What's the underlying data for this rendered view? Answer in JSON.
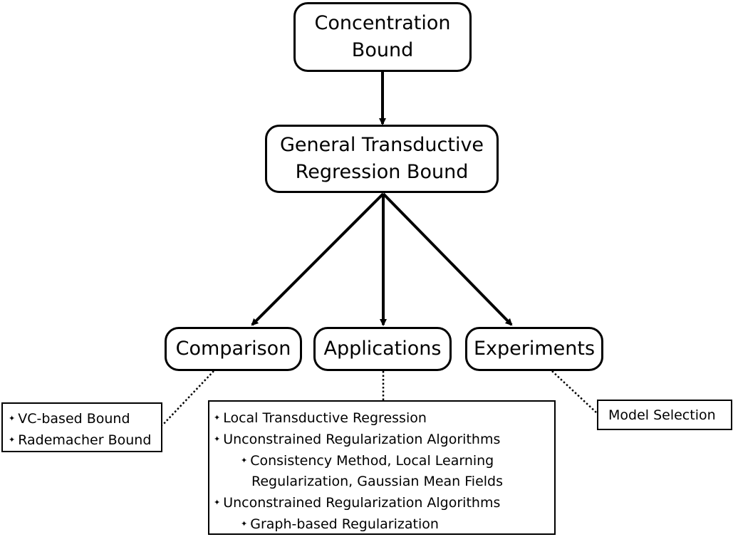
{
  "nodes": {
    "concentration": [
      "Concentration",
      "Bound"
    ],
    "general": [
      "General Transductive",
      "Regression Bound"
    ],
    "comparison": "Comparison",
    "applications": "Applications",
    "experiments": "Experiments"
  },
  "comparison_box": {
    "items": [
      "VC-based Bound",
      "Rademacher Bound"
    ]
  },
  "applications_box": {
    "items": [
      {
        "text": "Local Transductive Regression",
        "level": 0
      },
      {
        "text": "Unconstrained Regularization Algorithms",
        "level": 0
      },
      {
        "text": "Consistency Method, Local Learning",
        "level": 1
      },
      {
        "text": "Regularization, Gaussian Mean Fields",
        "level": 1,
        "continuation": true
      },
      {
        "text": "Unconstrained Regularization Algorithms",
        "level": 0
      },
      {
        "text": "Graph-based Regularization",
        "level": 1
      }
    ]
  },
  "experiments_box": {
    "items": [
      "Model Selection"
    ]
  },
  "bullet_icon": "four-point-star-bullet"
}
